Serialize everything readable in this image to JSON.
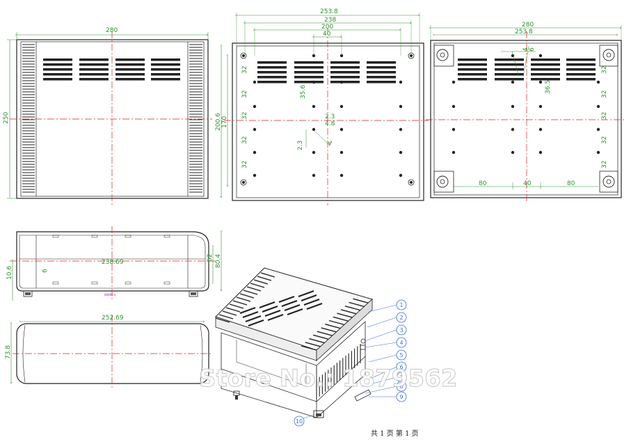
{
  "colors": {
    "outline": "#222222",
    "dimension": "#2f8f2f",
    "centerline": "#d62020",
    "balloon": "#3a6fd8",
    "watermark": "#ffffff"
  },
  "front_view": {
    "width_label": "280",
    "height_label": "250"
  },
  "top_view": {
    "outer_width_label": "253.8",
    "width_label_2": "238",
    "width_label_3": "200",
    "hole_span_label": "40",
    "height_label_1": "200.6",
    "height_label_2": "170",
    "pitch_labels": [
      "32",
      "32",
      "32",
      "32",
      "32"
    ],
    "vent_pitch_label": "35.6",
    "detail_labels": [
      "2.3",
      "4.8",
      "2.3",
      "4"
    ]
  },
  "bottom_view": {
    "outer_width_label": "280",
    "width_label_2": "253.8",
    "small_labels": [
      "4",
      "6"
    ],
    "vent_pitch_label": "36.5",
    "pitch_labels": [
      "32",
      "32",
      "32",
      "32",
      "32"
    ],
    "spacing_labels": [
      "80",
      "40",
      "80"
    ]
  },
  "side_view": {
    "length_label": "238.69",
    "height_label_1": "80.4",
    "height_label_2": "62",
    "foot_label": "10.6",
    "small_label": "6",
    "stamp_text": "00000 e"
  },
  "panel_view": {
    "length_label": "252.69",
    "height_label": "73.8"
  },
  "exploded_view": {
    "balloons": [
      "1",
      "2",
      "3",
      "4",
      "5",
      "6",
      "7",
      "8",
      "9",
      "10"
    ]
  },
  "watermark": "Store No.: 1879562",
  "sheet_info": "共 1 页    第 1 页"
}
